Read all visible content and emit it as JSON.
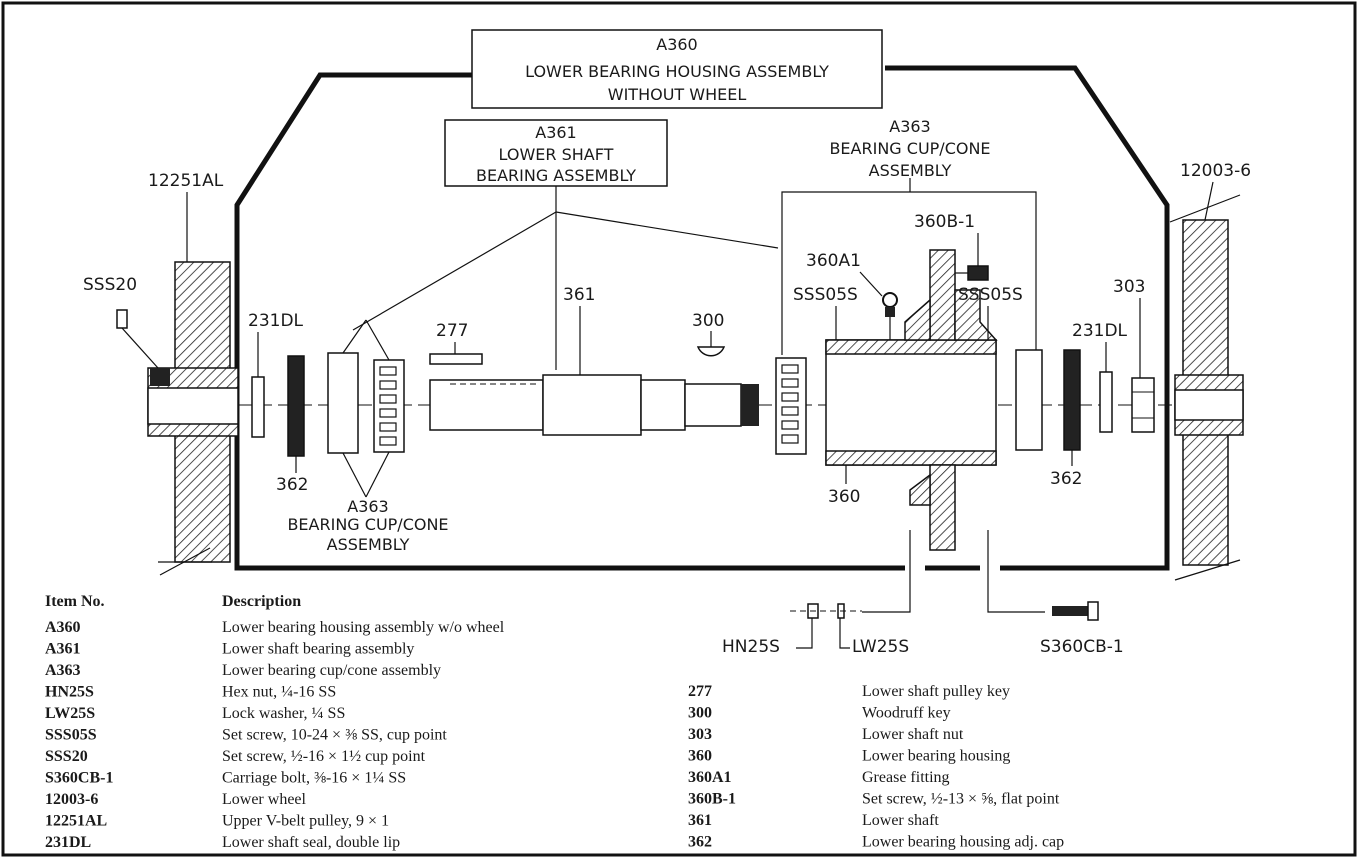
{
  "title_box": {
    "line1": "A360",
    "line2": "LOWER BEARING HOUSING ASSEMBLY",
    "line3": "WITHOUT WHEEL"
  },
  "box_a361": {
    "line1": "A361",
    "line2": "LOWER SHAFT",
    "line3": "BEARING ASSEMBLY"
  },
  "box_a363_top": {
    "line1": "A363",
    "line2": "BEARING CUP/CONE",
    "line3": "ASSEMBLY"
  },
  "label_a363_bottom": {
    "line1": "A363",
    "line2": "BEARING CUP/CONE",
    "line3": "ASSEMBLY"
  },
  "callouts": {
    "c12251AL": "12251AL",
    "c12003_6": "12003-6",
    "cSSS20": "SSS20",
    "c231DL_left": "231DL",
    "c231DL_right": "231DL",
    "c277": "277",
    "c361": "361",
    "c300": "300",
    "c360A1": "360A1",
    "c360B_1": "360B-1",
    "cSSS05S_left": "SSS05S",
    "cSSS05S_right": "SSS05S",
    "c303": "303",
    "c362_left": "362",
    "c362_right": "362",
    "c360": "360",
    "cHN25S": "HN25S",
    "cLW25S": "LW25S",
    "cS360CB_1": "S360CB-1"
  },
  "parts_table": {
    "header_item": "Item No.",
    "header_desc": "Description",
    "left_rows": [
      {
        "item": "A360",
        "desc": "Lower bearing housing assembly w/o wheel"
      },
      {
        "item": "A361",
        "desc": "Lower shaft bearing assembly"
      },
      {
        "item": "A363",
        "desc": "Lower bearing cup/cone assembly"
      },
      {
        "item": "HN25S",
        "desc": "Hex nut, ¼-16 SS"
      },
      {
        "item": "LW25S",
        "desc": "Lock washer, ¼ SS"
      },
      {
        "item": "SSS05S",
        "desc": "Set screw, 10-24 × ⅜ SS, cup point"
      },
      {
        "item": "SSS20",
        "desc": "Set screw, ½-16 × 1½ cup point"
      },
      {
        "item": "S360CB-1",
        "desc": "Carriage bolt, ⅜-16 × 1¼ SS"
      },
      {
        "item": "12003-6",
        "desc": "Lower wheel"
      },
      {
        "item": "12251AL",
        "desc": "Upper V-belt pulley, 9 × 1"
      },
      {
        "item": "231DL",
        "desc": "Lower shaft seal, double lip"
      }
    ],
    "right_rows": [
      {
        "item": "277",
        "desc": "Lower shaft pulley key"
      },
      {
        "item": "300",
        "desc": "Woodruff key"
      },
      {
        "item": "303",
        "desc": "Lower shaft nut"
      },
      {
        "item": "360",
        "desc": "Lower bearing housing"
      },
      {
        "item": "360A1",
        "desc": "Grease fitting"
      },
      {
        "item": "360B-1",
        "desc": "Set screw, ½-13 × ⅝, flat point"
      },
      {
        "item": "361",
        "desc": "Lower shaft"
      },
      {
        "item": "362",
        "desc": "Lower bearing housing adj. cap"
      }
    ]
  }
}
